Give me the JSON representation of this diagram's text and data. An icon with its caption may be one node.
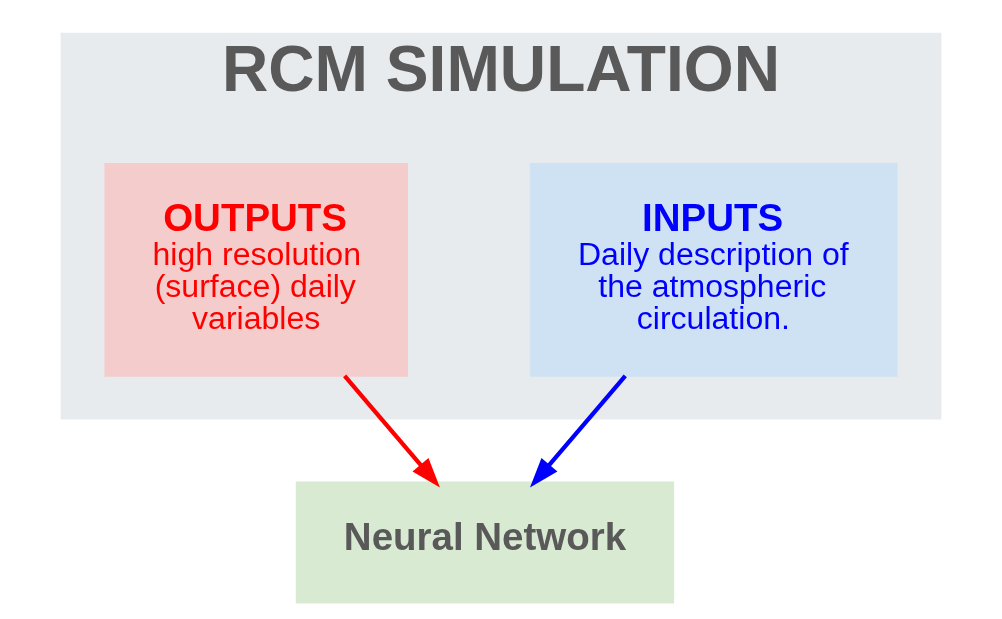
{
  "diagram": {
    "nodes": [
      {
        "text": [
          "RCM SIMULATION"
        ]
      },
      {
        "text": [
          "INPUTS",
          "Daily description of the atmospheric circulation."
        ],
        "in": 0
      },
      {
        "text": [
          "OUTPUTS",
          "high resolution (surface) daily variables"
        ],
        "in": 0
      },
      {
        "text": [
          "Neural Network"
        ]
      }
    ],
    "edges": [
      {
        "from": 1,
        "to": 3,
        "arrow": "to",
        "color": "#0000ff"
      },
      {
        "from": 2,
        "to": 3,
        "arrow": "to",
        "color": "#ff0000"
      }
    ]
  }
}
